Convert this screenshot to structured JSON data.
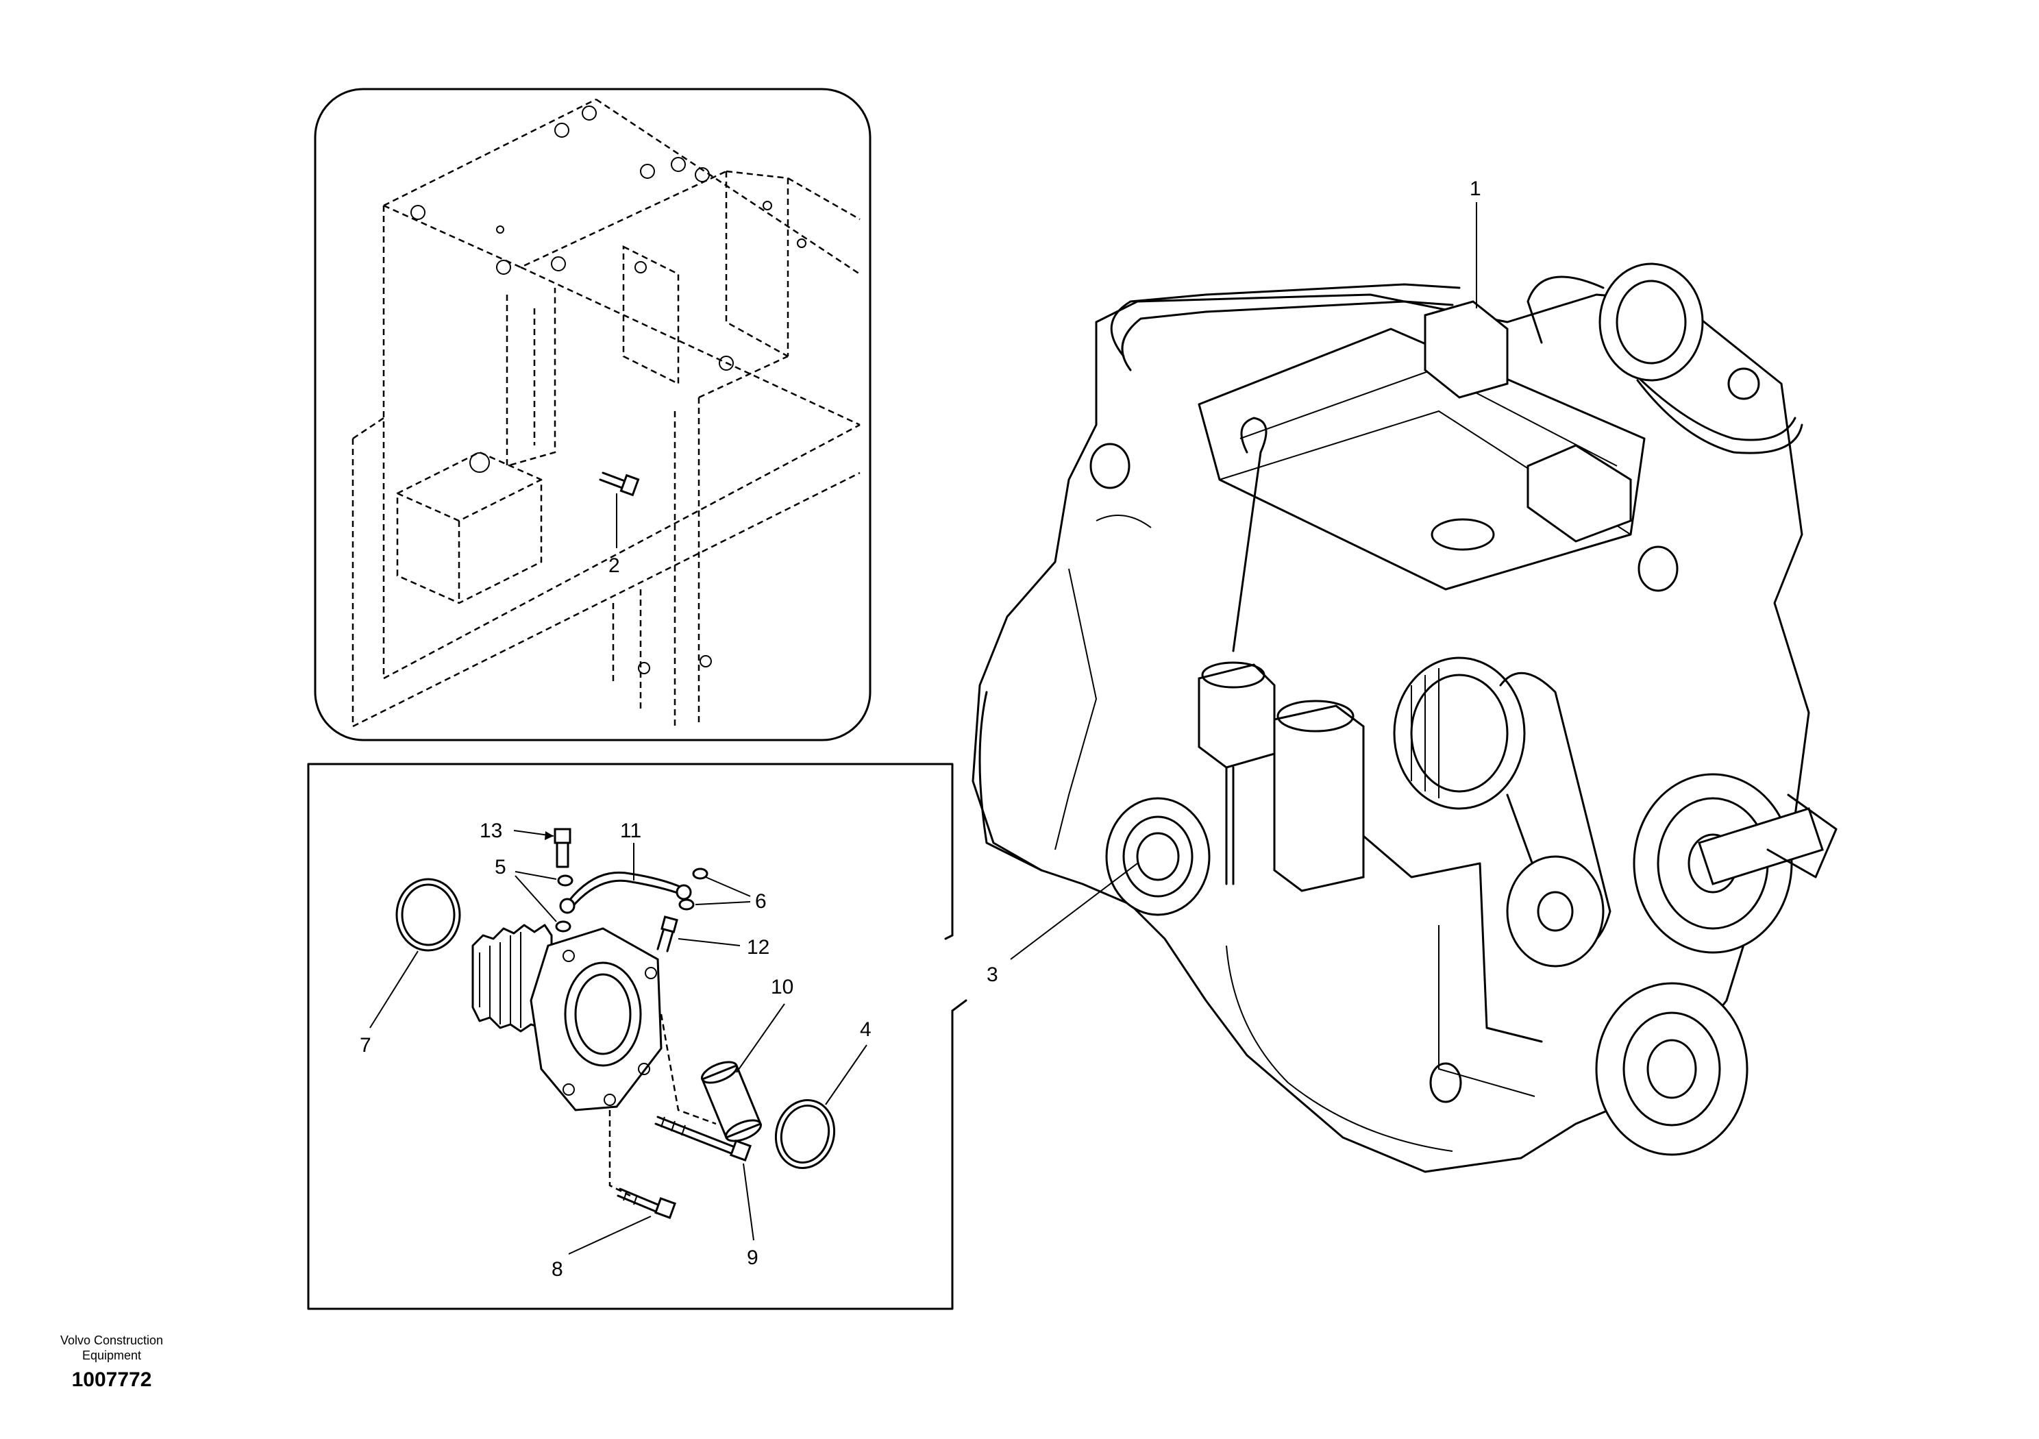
{
  "callouts": {
    "c1": "1",
    "c2": "2",
    "c3": "3",
    "c4": "4",
    "c5": "5",
    "c6": "6",
    "c7": "7",
    "c8": "8",
    "c9": "9",
    "c10": "10",
    "c11": "11",
    "c12": "12",
    "c13": "13"
  },
  "footer": {
    "company_line1": "Volvo Construction",
    "company_line2": "Equipment",
    "drawing_number": "1007772"
  }
}
